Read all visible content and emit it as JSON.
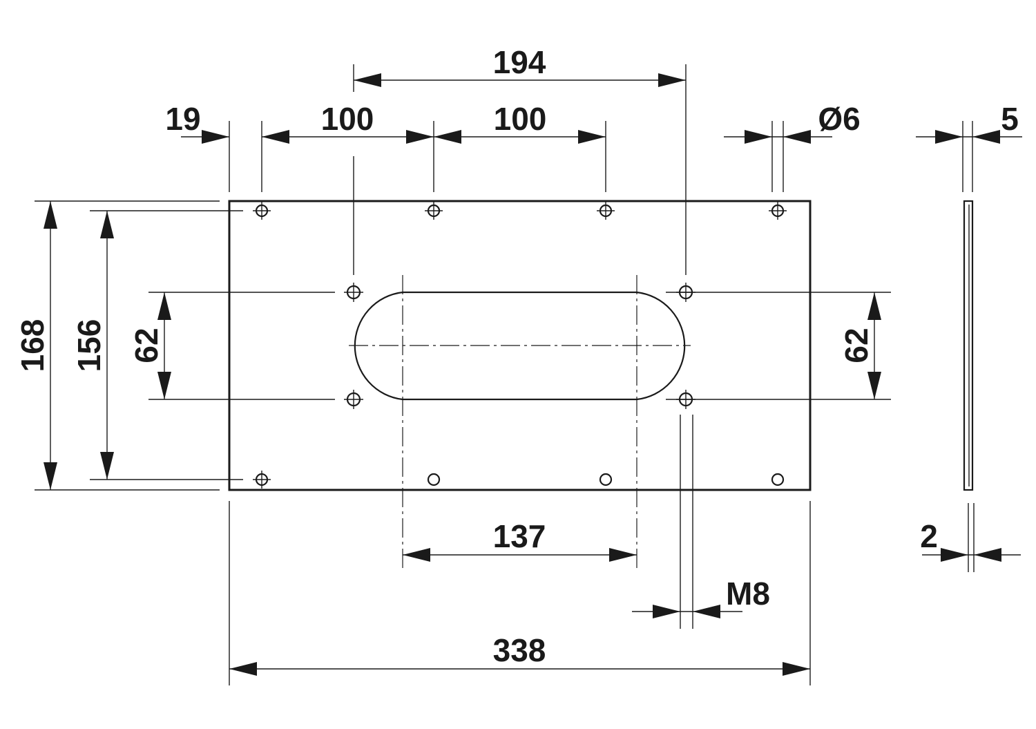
{
  "drawing": {
    "dimensions": {
      "top_overall_slot_span": "194",
      "left_edge_to_first_hole": "19",
      "hole_pitch_1": "100",
      "hole_pitch_2": "100",
      "hole_diameter": "Ø6",
      "side_thickness": "5",
      "overall_height": "168",
      "hole_vertical_span": "156",
      "slot_height_left": "62",
      "slot_height_right": "62",
      "slot_straight_length": "137",
      "thread_size": "M8",
      "overall_width": "338",
      "side_inner_thickness": "2"
    }
  }
}
